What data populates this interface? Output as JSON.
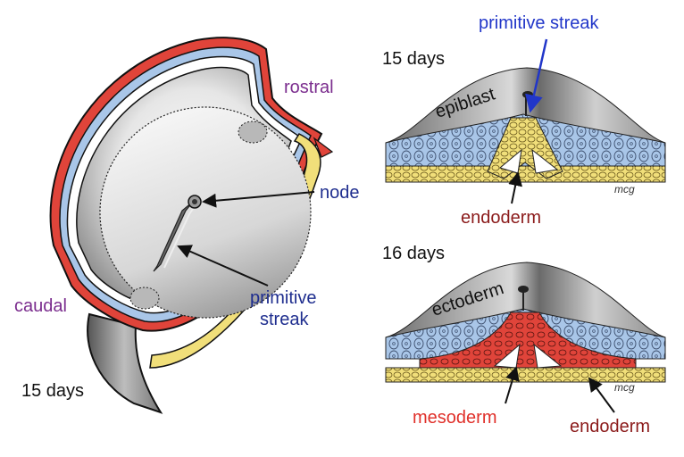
{
  "left_panel": {
    "labels": {
      "rostral": "rostral",
      "caudal": "caudal",
      "node": "node",
      "primitive_streak_line1": "primitive",
      "primitive_streak_line2": "streak",
      "age": "15 days"
    }
  },
  "top_right_panel": {
    "age": "15 days",
    "primitive_streak": "primitive streak",
    "epiblast": "epiblast",
    "endoderm": "endoderm",
    "signature": "mcg"
  },
  "bottom_right_panel": {
    "age": "16 days",
    "ectoderm": "ectoderm",
    "mesoderm": "mesoderm",
    "endoderm": "endoderm",
    "signature": "mcg"
  },
  "colors": {
    "purple_label": "#7b2d8e",
    "blue_label": "#1f2e8f",
    "bright_blue": "#2136c9",
    "dark_red_label": "#8b1a1a",
    "red_label": "#e0302a",
    "red_layer": "#e0443a",
    "blue_layer": "#a9c6e8",
    "yellow_layer": "#f1df7a"
  }
}
